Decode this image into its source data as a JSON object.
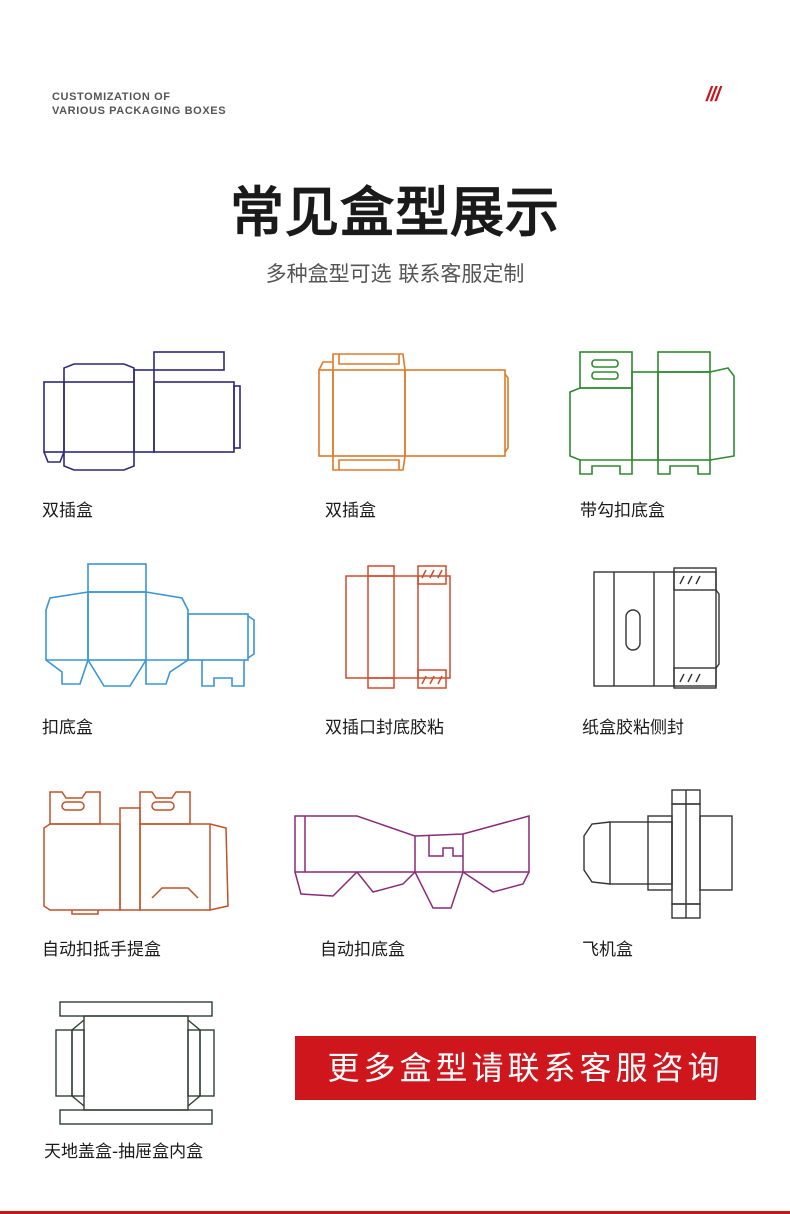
{
  "header": {
    "eyebrow_line1": "CUSTOMIZATION OF",
    "eyebrow_line2": "VARIOUS PACKAGING BOXES",
    "slashes": "///",
    "title": "常见盒型展示",
    "subtitle": "多种盒型可选 联系客服定制"
  },
  "boxes": [
    {
      "label": "双插盒",
      "color": "#2d2a7a"
    },
    {
      "label": "双插盒",
      "color": "#e07a2a"
    },
    {
      "label": "带勾扣底盒",
      "color": "#2f8a2f"
    },
    {
      "label": "扣底盒",
      "color": "#3a95d8"
    },
    {
      "label": "双插口封底胶粘",
      "color": "#d24a2a"
    },
    {
      "label": "纸盒胶粘侧封",
      "color": "#333333"
    },
    {
      "label": "自动扣抵手提盒",
      "color": "#c0522a"
    },
    {
      "label": "自动扣底盒",
      "color": "#8a2a7a"
    },
    {
      "label": "飞机盒",
      "color": "#333333"
    },
    {
      "label": "天地盖盒-抽屉盒内盒",
      "color": "#2e3f34"
    }
  ],
  "cta": {
    "label": "更多盒型请联系客服咨询",
    "color": "#d0161d"
  }
}
